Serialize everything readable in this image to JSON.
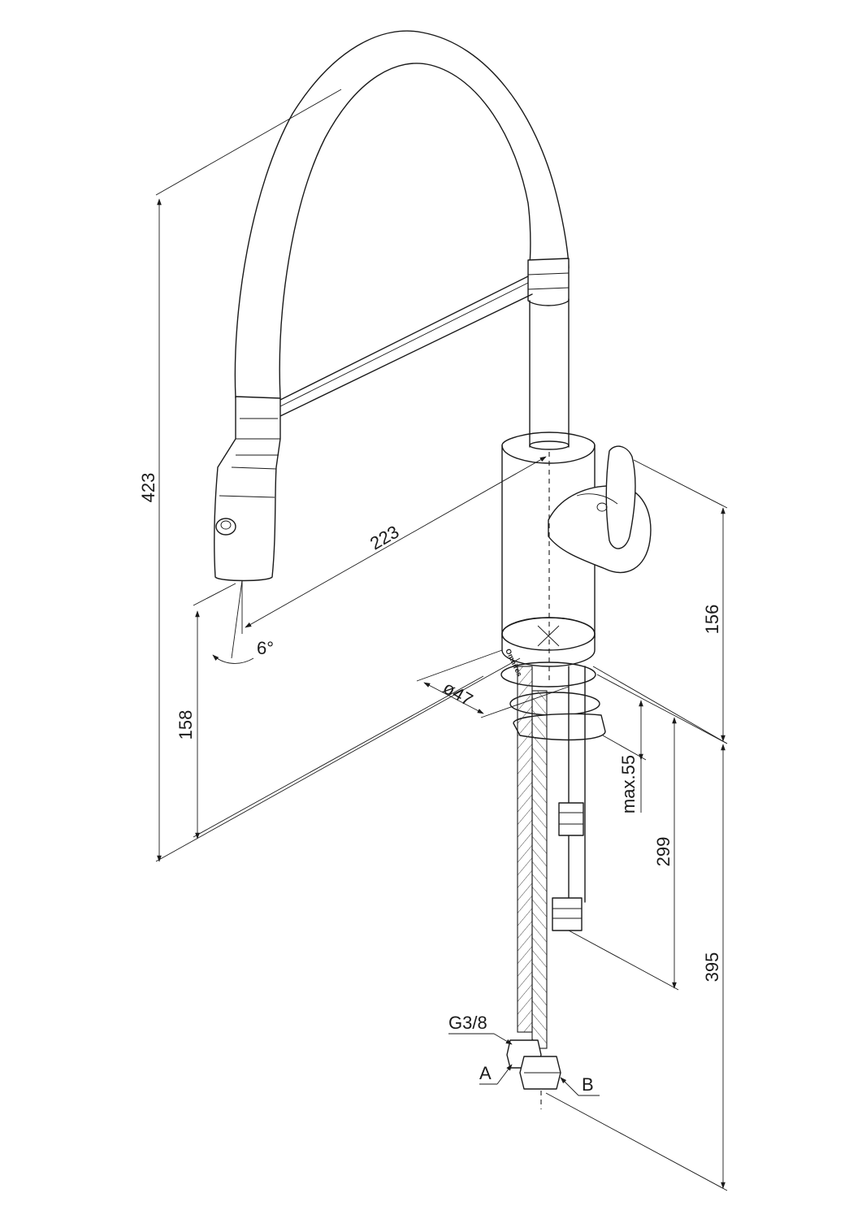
{
  "dimensions": {
    "total_height": "423",
    "spout_reach": "223",
    "spray_angle": "6°",
    "spray_height": "158",
    "base_diameter": "ø47",
    "body_height": "156",
    "max_deck_thickness": "max.55",
    "threaded_rod_length": "299",
    "hose_length": "395"
  },
  "connections": {
    "thread": "G3/8",
    "inlet_a": "A",
    "inlet_b": "B"
  },
  "brand_mark": "Omnires"
}
